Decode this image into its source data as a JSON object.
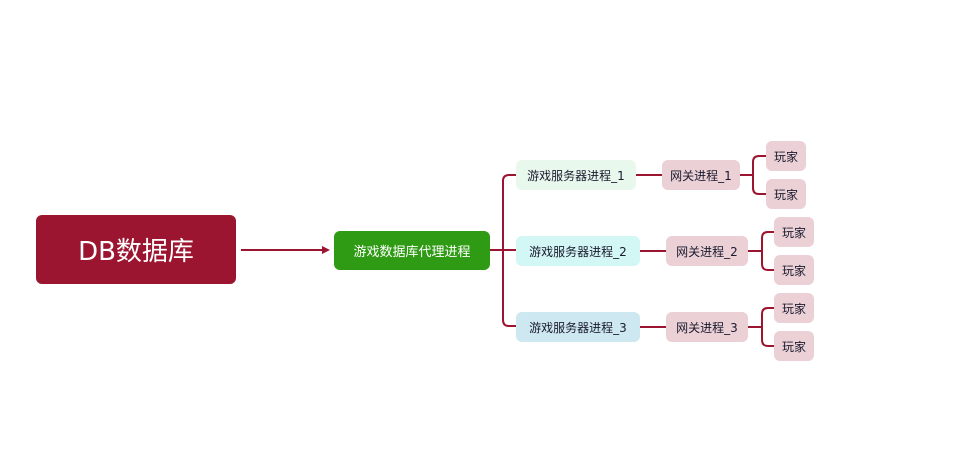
{
  "root": {
    "label": "DB数据库",
    "color": "#9b1530"
  },
  "proxy": {
    "label": "游戏数据库代理进程",
    "color": "#2f9a14"
  },
  "servers": [
    {
      "label": "游戏服务器进程_1",
      "gateway": "网关进程_1",
      "players": [
        "玩家",
        "玩家"
      ]
    },
    {
      "label": "游戏服务器进程_2",
      "gateway": "网关进程_2",
      "players": [
        "玩家",
        "玩家"
      ]
    },
    {
      "label": "游戏服务器进程_3",
      "gateway": "网关进程_3",
      "players": [
        "玩家",
        "玩家"
      ]
    }
  ],
  "line_color": "#9b1530"
}
